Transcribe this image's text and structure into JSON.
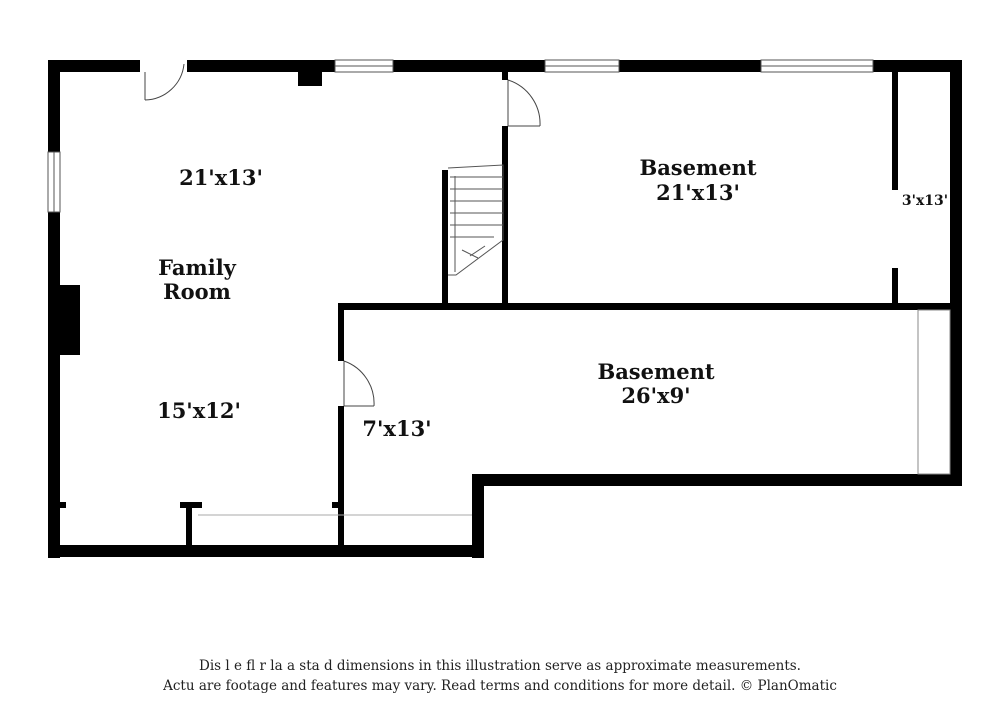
{
  "colors": {
    "wall": "#000000",
    "window": "#555555",
    "background": "#ffffff"
  },
  "rooms": {
    "family_room": {
      "name": "Family\nRoom",
      "dim_upper": "21'x13'",
      "dim_lower": "15'x12'"
    },
    "basement_top": {
      "name": "Basement",
      "dim": "21'x13'"
    },
    "small_room": {
      "dim": "3'x13'"
    },
    "basement_bottom": {
      "name": "Basement",
      "dim": "26'x9'"
    },
    "hall": {
      "dim": "7'x13'"
    }
  },
  "disclaimer": {
    "line1": "Dis      l  e fl  r  la  a   sta  d dimensions in this illustration serve as approximate measurements.",
    "line2": "Actu    are footage and features may vary. Read terms and conditions for more detail. © PlanOmatic"
  }
}
